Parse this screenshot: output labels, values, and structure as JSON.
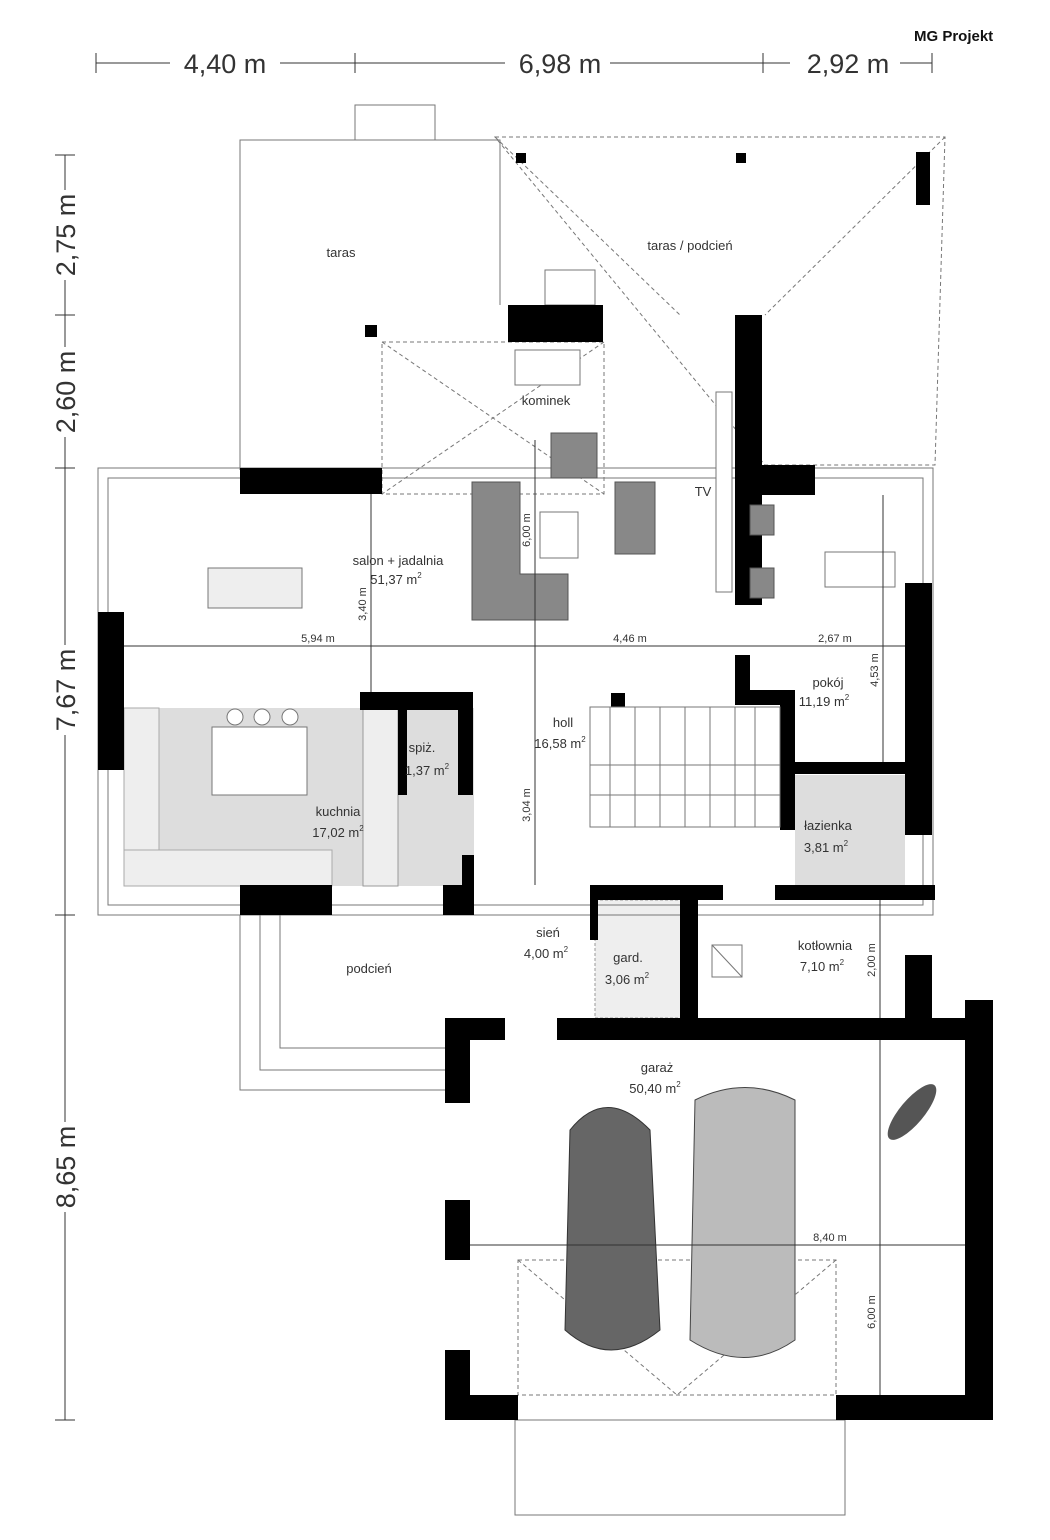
{
  "logo": "MG Projekt",
  "dimensions": {
    "top": [
      "4,40 m",
      "6,98 m",
      "2,92 m"
    ],
    "left": [
      "2,75 m",
      "2,60 m",
      "7,67 m",
      "8,65 m"
    ],
    "inner": {
      "salon_width": "5,94 m",
      "holl_width": "4,46 m",
      "pokoj_width": "2,67 m",
      "salon_depth": "3,40 m",
      "salon_height": "6,00 m",
      "holl_depth": "3,04 m",
      "pokoj_depth": "4,53 m",
      "kotlownia_depth": "2,00 m",
      "garage_width": "8,40 m",
      "garage_depth": "6,00 m"
    }
  },
  "rooms": {
    "taras": {
      "name": "taras"
    },
    "taras_podcien": {
      "name": "taras / podcień"
    },
    "kominek": {
      "name": "kominek"
    },
    "tv": {
      "name": "TV"
    },
    "salon": {
      "name": "salon + jadalnia",
      "area": "51,37 m"
    },
    "pokoj": {
      "name": "pokój",
      "area": "11,19 m"
    },
    "holl": {
      "name": "holl",
      "area": "16,58 m"
    },
    "spiz": {
      "name": "spiż.",
      "area": "1,37 m"
    },
    "kuchnia": {
      "name": "kuchnia",
      "area": "17,02 m"
    },
    "lazienka": {
      "name": "łazienka",
      "area": "3,81 m"
    },
    "sien": {
      "name": "sień",
      "area": "4,00 m"
    },
    "gard": {
      "name": "gard.",
      "area": "3,06 m"
    },
    "kotlownia": {
      "name": "kotłownia",
      "area": "7,10 m"
    },
    "podcien": {
      "name": "podcień"
    },
    "garaz": {
      "name": "garaż",
      "area": "50,40 m"
    }
  },
  "sup": "2"
}
